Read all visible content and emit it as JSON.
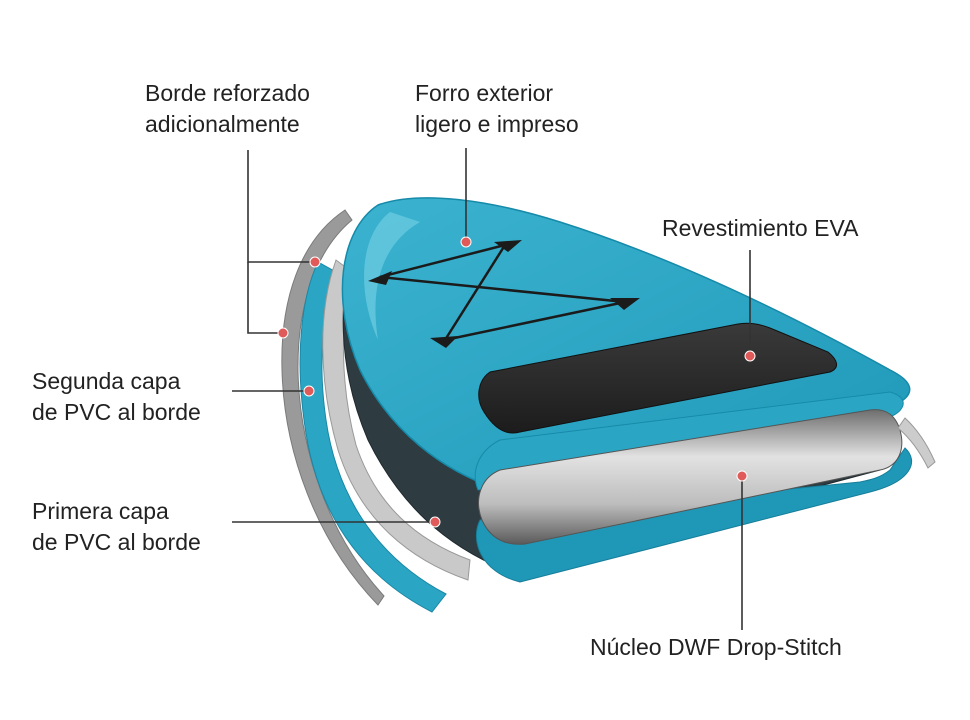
{
  "labels": {
    "borde": [
      "Borde reforzado",
      "adicionalmente"
    ],
    "forro": [
      "Forro exterior",
      "ligero e impreso"
    ],
    "eva": [
      "Revestimiento EVA"
    ],
    "segunda": [
      "Segunda capa",
      "de PVC al borde"
    ],
    "primera": [
      "Primera capa",
      "de PVC al borde"
    ],
    "nucleo": [
      "Núcleo DWF Drop-Stitch"
    ]
  },
  "colors": {
    "board_teal": "#2aa6c4",
    "board_teal_dark": "#1a87a6",
    "board_teal_light": "#5cc3dc",
    "eva_pad": "#2b2b2b",
    "core_gray": "#b9b9b9",
    "marker": "#e05a5a",
    "leader_line": "#333333",
    "text": "#222222"
  }
}
